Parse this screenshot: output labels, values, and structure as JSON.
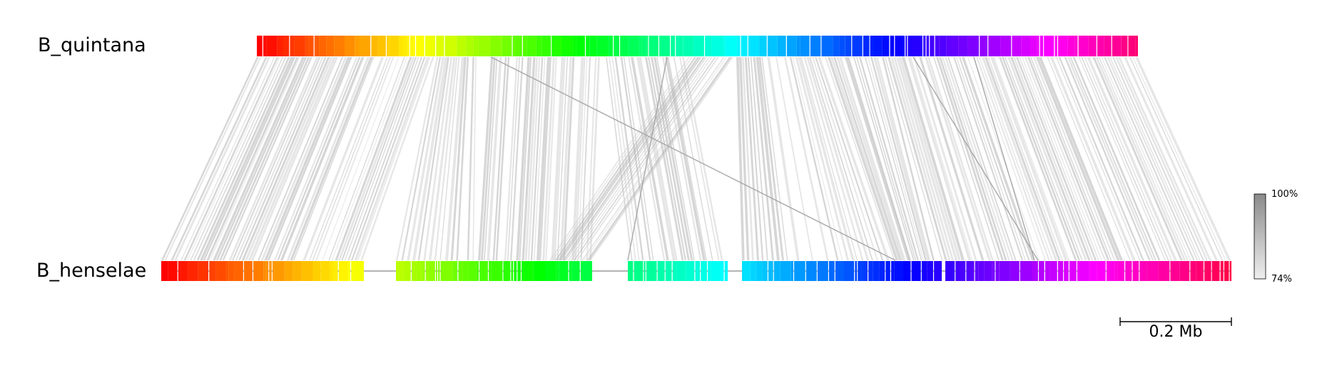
{
  "genomes": [
    {
      "name": "B_quintana"
    },
    {
      "name": "B_henselae"
    }
  ],
  "legend": {
    "max_label": "100%",
    "min_label": "74%",
    "max_color": "#8a8a8a",
    "min_color": "#eeeeee"
  },
  "scale_bar": {
    "label": "0.2 Mb"
  },
  "colors": {
    "link": "#b4b4b4",
    "link_light": "#d2d2d2",
    "backbone": "#888888"
  }
}
